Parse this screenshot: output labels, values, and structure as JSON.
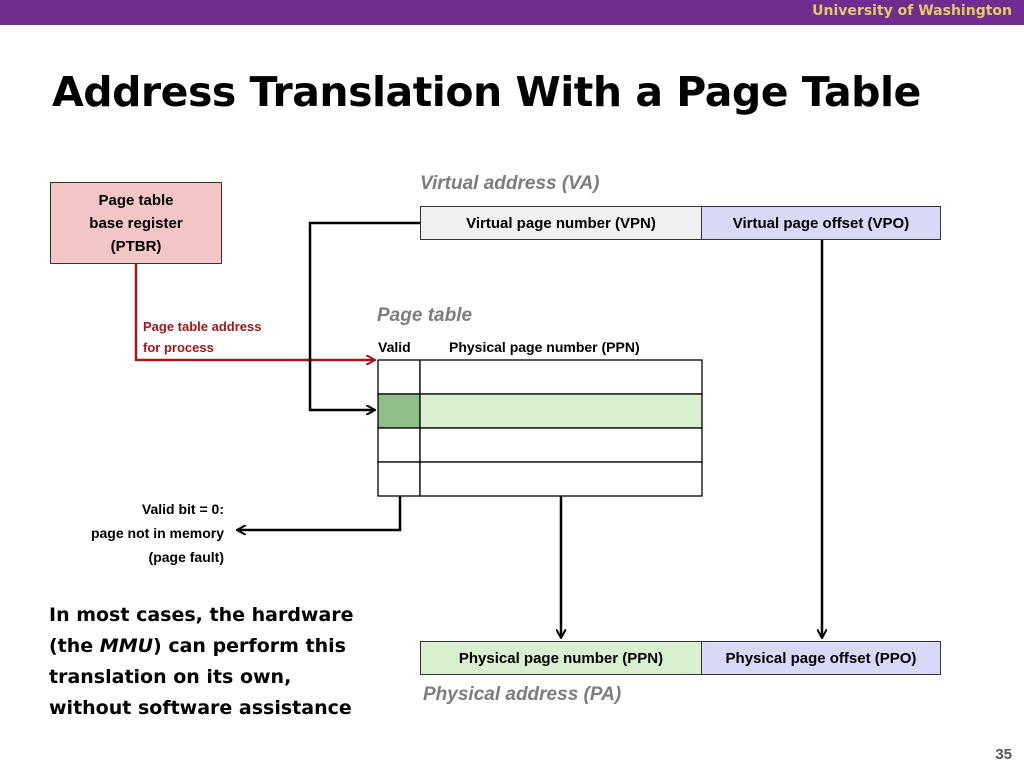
{
  "header": {
    "org": "University of Washington"
  },
  "title": "Address Translation With a Page Table",
  "ptbr": {
    "line1": "Page table",
    "line2": "base register",
    "line3": "(PTBR)"
  },
  "virtual_address": {
    "caption": "Virtual address (VA)",
    "vpn_label": "Virtual page number (VPN)",
    "vpo_label": "Virtual page offset (VPO)"
  },
  "page_table": {
    "caption": "Page table",
    "valid_header": "Valid",
    "ppn_header": "Physical page number (PPN)"
  },
  "ptbr_arrow_label": {
    "line1": "Page table address",
    "line2": "for process"
  },
  "valid_note": {
    "line1": "Valid bit = 0:",
    "line2": "page not in memory",
    "line3": "(page fault)"
  },
  "physical_address": {
    "caption": "Physical address (PA)",
    "ppn_label": "Physical page number (PPN)",
    "ppo_label": "Physical page offset (PPO)"
  },
  "note": {
    "line1": "In most cases, the hardware",
    "line2_pre": "(the ",
    "line2_em": "MMU",
    "line2_post": ") can perform this",
    "line3": "translation on its own,",
    "line4": "without software assistance"
  },
  "slide_number": "35",
  "colors": {
    "topbar": "#6f2c91",
    "org_text": "#e5c86a",
    "ptbr_fill": "#f2c6c6",
    "vpn_fill": "#f0f0f0",
    "offset_fill": "#d9d9f7",
    "ppn_fill": "#d8f0d0",
    "valid_fill": "#8fc08a",
    "ptbr_arrow": "#a01818"
  }
}
